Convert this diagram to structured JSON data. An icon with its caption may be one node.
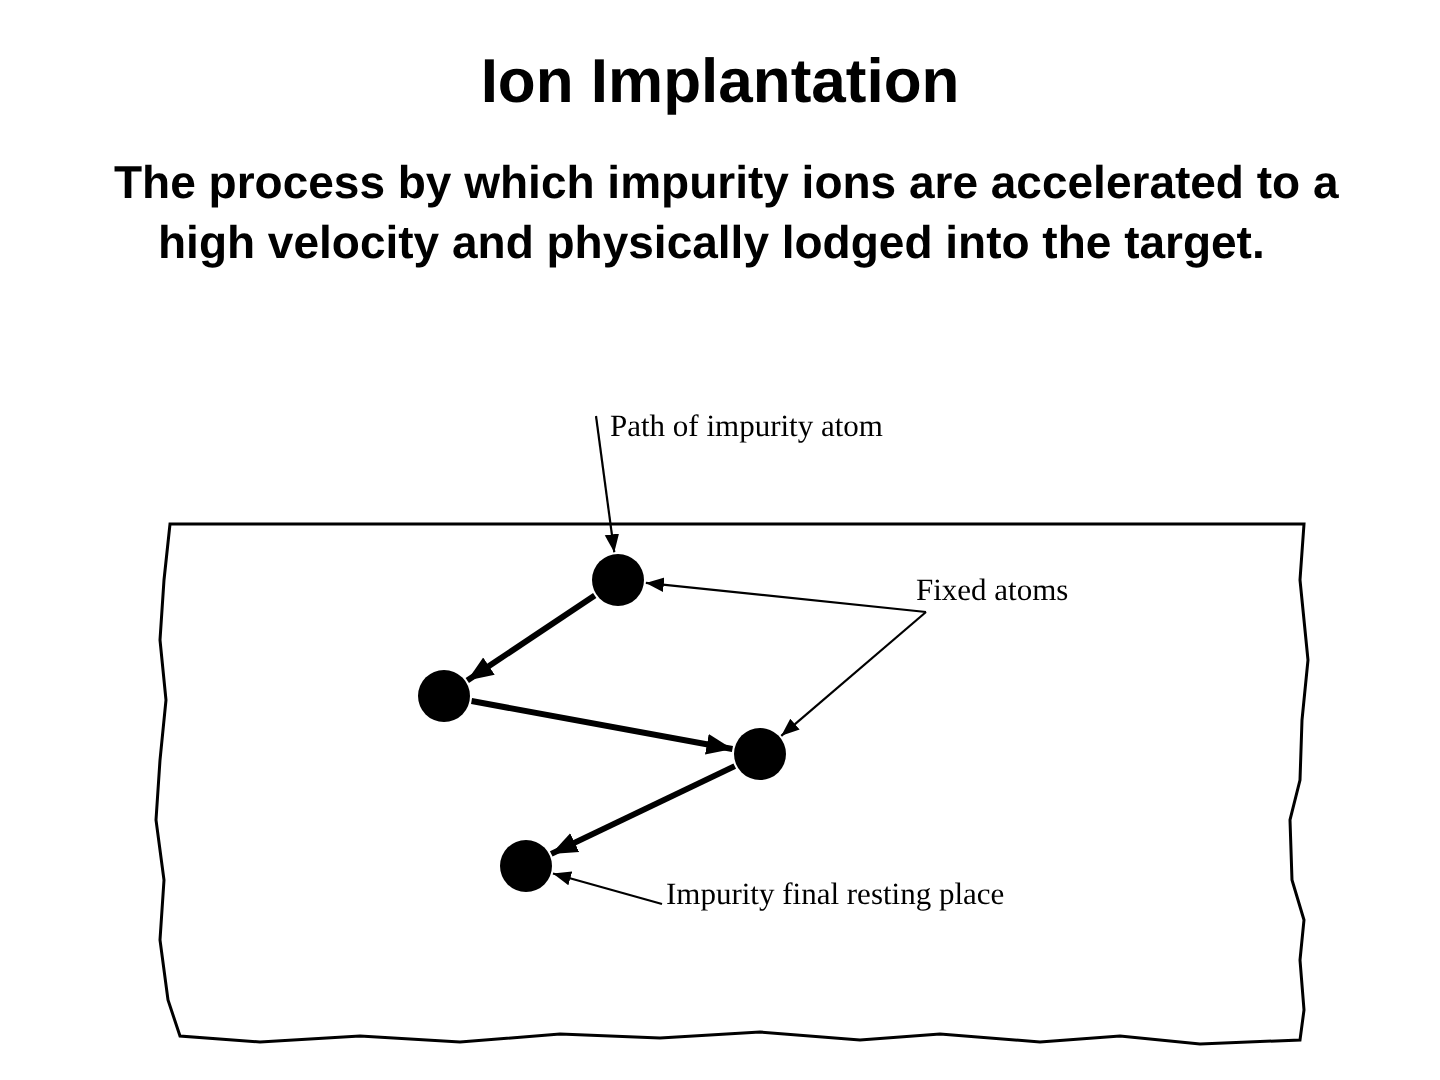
{
  "diagram": {
    "title": "Ion Implantation",
    "nodes": [
      {
        "text": [
          "Path of impurity atom"
        ]
      },
      {
        "text": [],
        "shape": "circle"
      },
      {
        "text": [],
        "shape": "circle"
      },
      {
        "text": [],
        "shape": "circle"
      },
      {
        "text": [],
        "shape": "circle"
      },
      {
        "text": [
          "Fixed atoms"
        ]
      },
      {
        "text": [
          "Impurity final resting place"
        ]
      }
    ],
    "edges": [
      {
        "from": 0,
        "to": 1,
        "arrow": "to"
      },
      {
        "from": 1,
        "to": 2,
        "arrow": "to",
        "style": "thick"
      },
      {
        "from": 2,
        "to": 3,
        "arrow": "to",
        "style": "thick"
      },
      {
        "from": 3,
        "to": 4,
        "arrow": "to",
        "style": "thick"
      },
      {
        "from": 5,
        "to": 1,
        "arrow": "to"
      },
      {
        "from": 5,
        "to": 3,
        "arrow": "to"
      },
      {
        "from": 6,
        "to": 4,
        "arrow": "to"
      }
    ],
    "labels": [
      "The process by which impurity ions are accelerated to a high velocity and physically lodged into the target."
    ]
  }
}
